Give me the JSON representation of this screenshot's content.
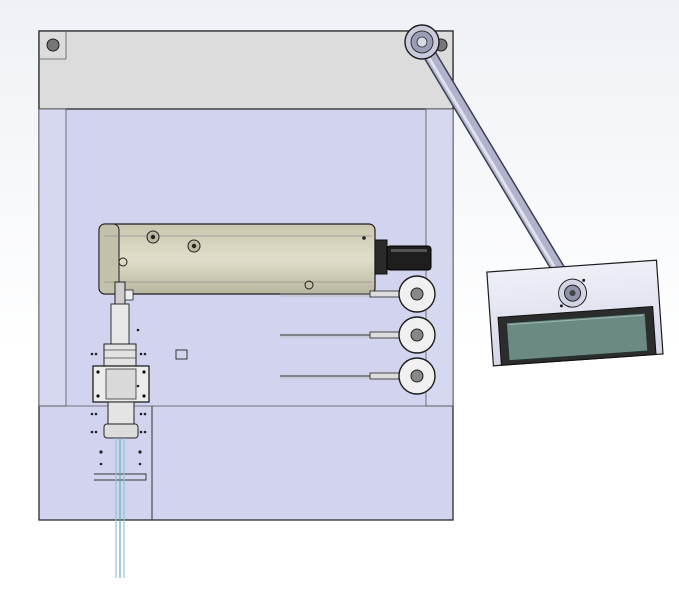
{
  "view": {
    "type": "cad-assembly-top-view",
    "labels": []
  },
  "colors": {
    "background_top": "#eef1f6",
    "background_bottom": "#ffffff",
    "enclosure_top_panel": "#dcdcdc",
    "enclosure_interior": "#d2d4ef",
    "outline": "#1c1c1c",
    "actuator_body": "#d6d3c0",
    "motor": "#1e1e1e",
    "arm": "#a7aac4",
    "monitor_housing": "#e3e4ee",
    "monitor_screen": "#6b8a84",
    "pulley": "#f0f0f0",
    "probe_line": "#8ec6d4"
  },
  "components": {
    "pulleys": 3,
    "rods": 3,
    "top_corner_bolts": 2,
    "actuator_ports": 2
  }
}
